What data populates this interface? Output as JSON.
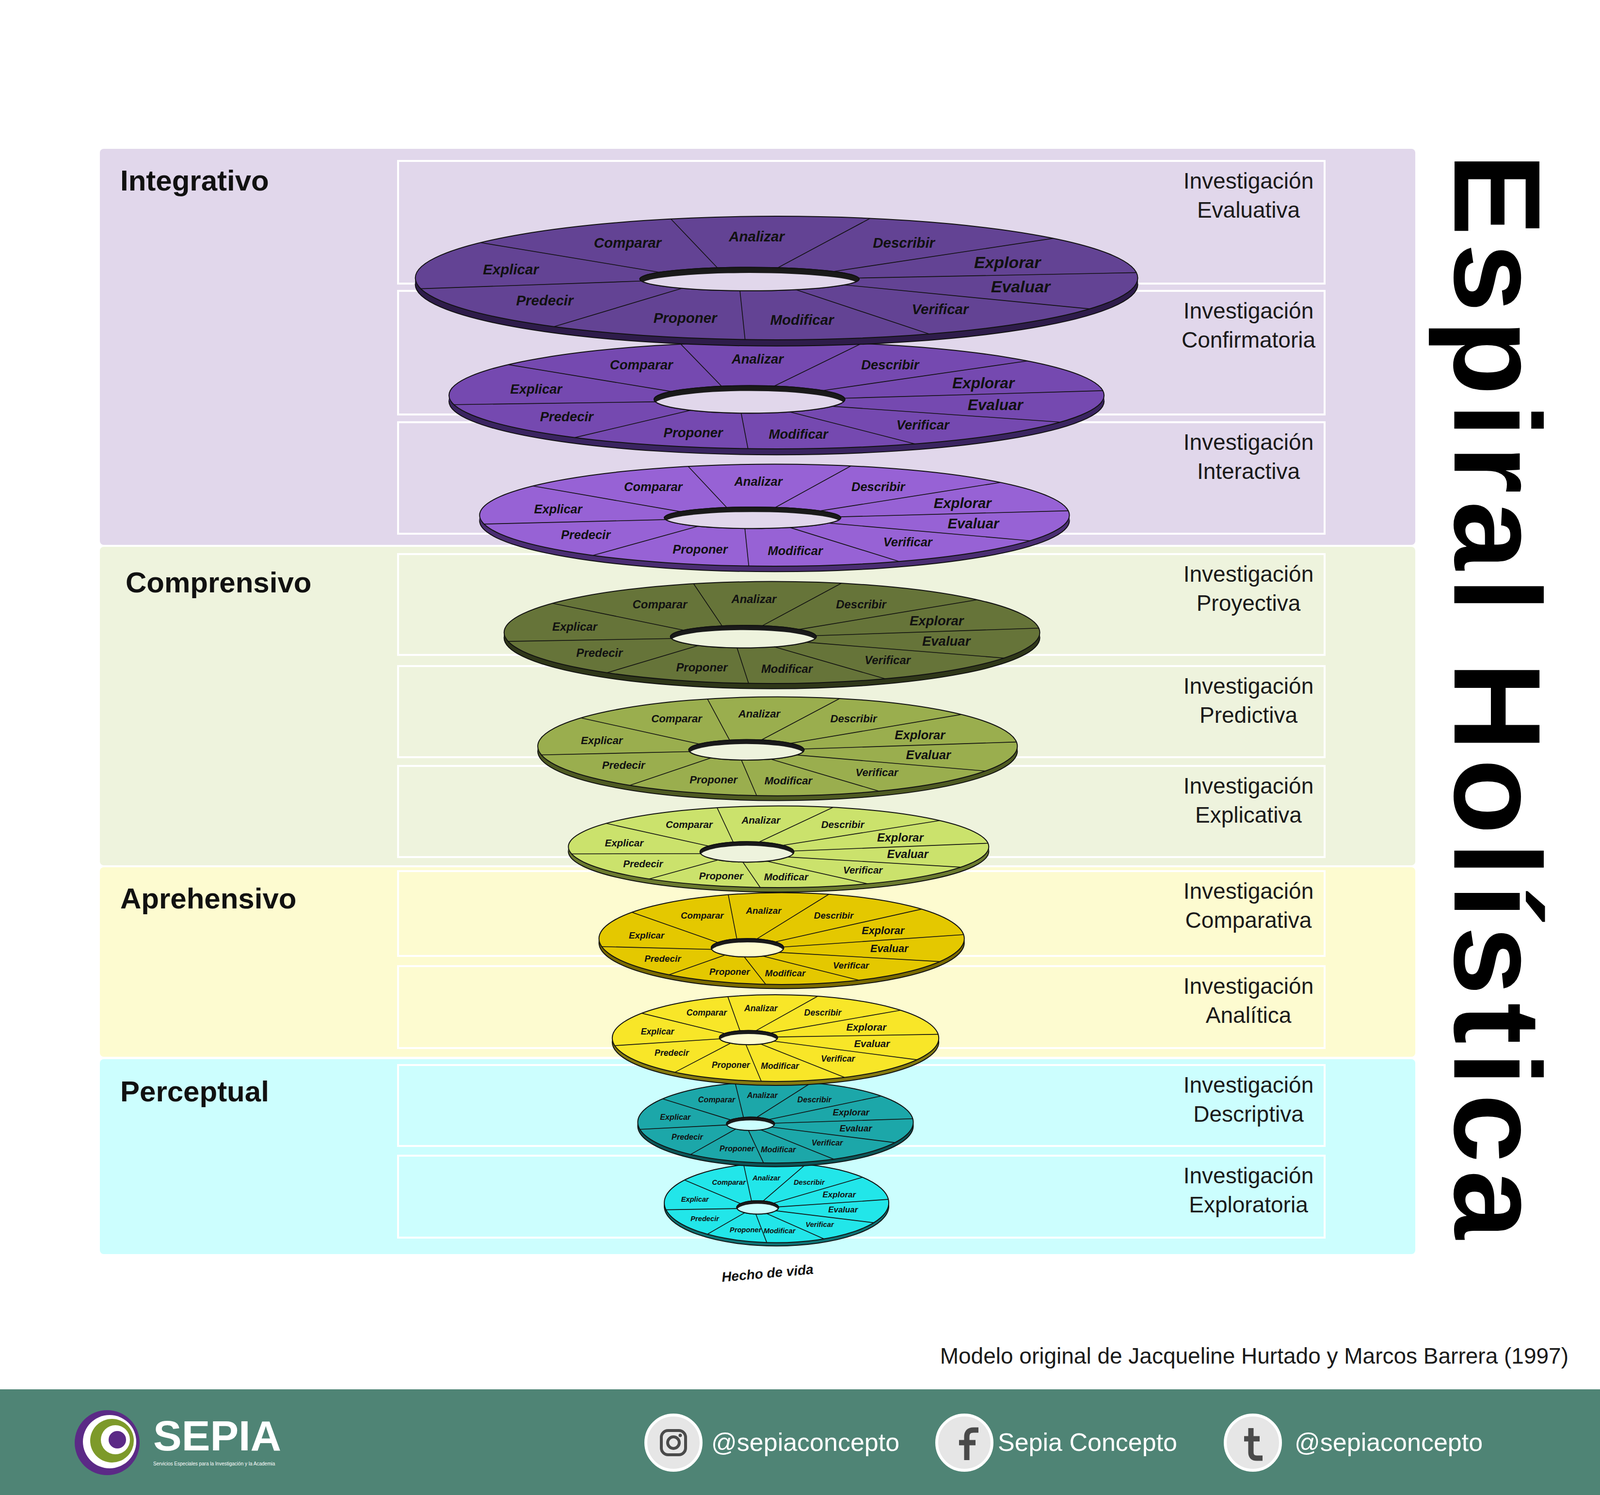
{
  "diagram": {
    "title": "Espiral Holística",
    "caption": "Modelo original de Jacqueline Hurtado y Marcos Barrera (1997)",
    "nodes": [
      {
        "text": [
          "Integrativo"
        ]
      },
      {
        "text": [
          "Investigación Evaluativa"
        ],
        "in": 0
      },
      {
        "text": [
          "Investigación Confirmatoria"
        ],
        "in": 0
      },
      {
        "text": [
          "Investigación Interactiva"
        ],
        "in": 0
      },
      {
        "text": [
          "Comprensivo"
        ]
      },
      {
        "text": [
          "Investigación Proyectiva"
        ],
        "in": 4
      },
      {
        "text": [
          "Investigación Predictiva"
        ],
        "in": 4
      },
      {
        "text": [
          "Investigación Explicativa"
        ],
        "in": 4
      },
      {
        "text": [
          "Aprehensivo"
        ]
      },
      {
        "text": [
          "Investigación Comparativa"
        ],
        "in": 8
      },
      {
        "text": [
          "Investigación Analítica"
        ],
        "in": 8
      },
      {
        "text": [
          "Perceptual"
        ]
      },
      {
        "text": [
          "Investigación Descriptiva"
        ],
        "in": 11
      },
      {
        "text": [
          "Investigación Exploratoria"
        ],
        "in": 11
      }
    ],
    "labels": [
      "Explorar",
      "Describir",
      "Analizar",
      "Comparar",
      "Explicar",
      "Predecir",
      "Proponer",
      "Modificar",
      "Verificar",
      "Evaluar",
      "Explorar",
      "Describir",
      "Analizar",
      "Comparar",
      "Explicar",
      "Predecir",
      "Proponer",
      "Modificar",
      "Verificar",
      "Evaluar",
      "Explorar",
      "Describir",
      "Analizar",
      "Comparar",
      "Explicar",
      "Predecir",
      "Proponer",
      "Modificar",
      "Verificar",
      "Evaluar",
      "Explorar",
      "Describir",
      "Analizar",
      "Comparar",
      "Explicar",
      "Predecir",
      "Proponer",
      "Modificar",
      "Verificar",
      "Evaluar",
      "Explorar",
      "Describir",
      "Analizar",
      "Comparar",
      "Explicar",
      "Predecir",
      "Proponer",
      "Modificar",
      "Verificar",
      "Evaluar",
      "Explorar",
      "Describir",
      "Analizar",
      "Comparar",
      "Explicar",
      "Predecir",
      "Proponer",
      "Modificar",
      "Verificar",
      "Evaluar",
      "Explorar",
      "Describir",
      "Analizar",
      "Comparar",
      "Explicar",
      "Predecir",
      "Proponer",
      "Modificar",
      "Verificar",
      "Evaluar",
      "Explorar",
      "Describir",
      "Analizar",
      "Comparar",
      "Explicar",
      "Predecir",
      "Proponer",
      "Modificar",
      "Verificar",
      "Evaluar",
      "Explorar",
      "Describir",
      "Analizar",
      "Comparar",
      "Explicar",
      "Predecir",
      "Proponer",
      "Modificar",
      "Verificar",
      "Evaluar",
      "Explorar",
      "Describir",
      "Analizar",
      "Comparar",
      "Explicar",
      "Predecir",
      "Proponer",
      "Modificar",
      "Verificar",
      "Evaluar",
      "Hecho de vida",
      "SEPIA",
      "Servicios Especiales para la Investigación y la Academia",
      "@sepiaconcepto",
      "Sepia Concepto",
      "@sepiaconcepto"
    ]
  }
}
